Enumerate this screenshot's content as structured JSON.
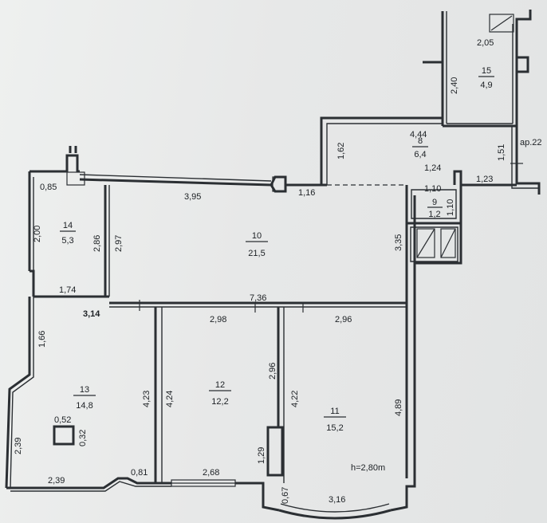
{
  "rooms": [
    {
      "number": "15",
      "area": "4,9"
    },
    {
      "number": "8",
      "area": "6,4"
    },
    {
      "number": "9",
      "area": "1,2"
    },
    {
      "number": "14",
      "area": "5,3"
    },
    {
      "number": "10",
      "area": "21,5"
    },
    {
      "number": "13",
      "area": "14,8"
    },
    {
      "number": "12",
      "area": "12,2"
    },
    {
      "number": "11",
      "area": "15,2"
    }
  ],
  "dimensions": {
    "d_2_05": "2,05",
    "d_2_40": "2,40",
    "d_4_44": "4,44",
    "d_1_62": "1,62",
    "d_1_51": "1,51",
    "d_ap22": "ар.22",
    "d_1_24": "1,24",
    "d_1_23": "1,23",
    "d_1_10a": "1,10",
    "d_1_10b": "1,10",
    "d_0_85": "0,85",
    "d_3_95": "3,95",
    "d_1_16": "1,16",
    "d_2_00": "2,00",
    "d_2_86": "2,86",
    "d_2_97": "2,97",
    "d_3_35": "3,35",
    "d_1_74": "1,74",
    "d_7_36": "7,36",
    "d_3_14": "3,14",
    "d_2_98": "2,98",
    "d_2_96a": "2,96",
    "d_2_96b": "2,96",
    "d_1_66": "1,66",
    "d_4_23": "4,23",
    "d_4_24": "4,24",
    "d_4_22": "4,22",
    "d_4_89": "4,89",
    "d_0_52": "0,52",
    "d_0_32": "0,32",
    "d_2_39a": "2,39",
    "d_2_39b": "2,39",
    "d_0_81": "0,81",
    "d_2_68": "2,68",
    "d_1_29": "1,29",
    "d_0_67": "0,67",
    "d_3_16": "3,16",
    "ceiling": "h=2,80m"
  }
}
